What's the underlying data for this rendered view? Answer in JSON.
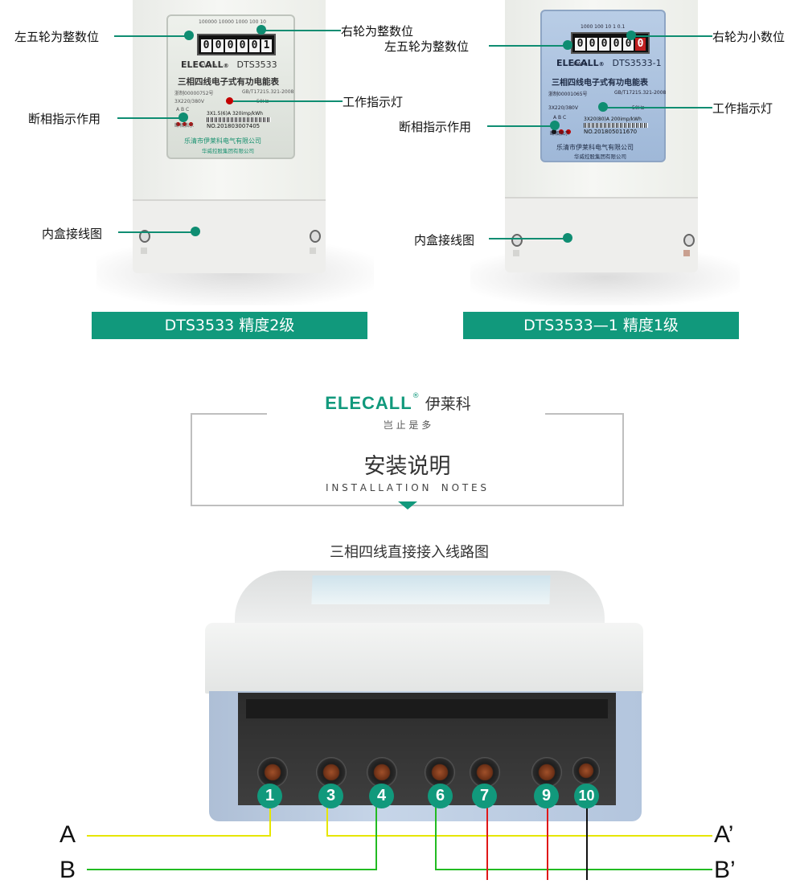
{
  "left_meter": {
    "label_left_wheel": "左五轮为整数位",
    "label_right_wheel": "右轮为整数位",
    "label_work_light": "工作指示灯",
    "label_phase_break": "断相指示作用",
    "label_inner_box": "内盒接线图",
    "scale": "100000 10000 1000 100 10",
    "digits": [
      "0",
      "0",
      "0",
      "0",
      "0",
      "1"
    ],
    "unit": "kW·h",
    "brand": "ELECALL",
    "model": "DTS3533",
    "title": "三相四线电子式有功电能表",
    "cert": "浙制00000752号",
    "std": "GB/T17215.321-2008",
    "voltage": "3X220/380V",
    "freq": "50Hz",
    "abc": "A B C",
    "phase_text": "断相指示",
    "rating": "3X1.5(6)A 320imp/kWh",
    "serial": "NO.201803007405",
    "maker": "乐清市伊莱科电气有限公司",
    "group": "华威控股集团有限公司"
  },
  "right_meter": {
    "label_left_wheel": "左五轮为整数位",
    "label_right_wheel": "右轮为小数位",
    "label_work_light": "工作指示灯",
    "label_phase_break": "断相指示作用",
    "label_inner_box": "内盒接线图",
    "scale": "1000 100 10 1 0.1",
    "digits": [
      "0",
      "0",
      "0",
      "0",
      "0",
      "0"
    ],
    "unit": "kW·h",
    "brand": "ELECALL",
    "model": "DTS3533-1",
    "title": "三相四线电子式有功电能表",
    "cert": "浙制00001065号",
    "std": "GB/T17215.321-2008",
    "voltage": "3X220/380V",
    "freq": "50Hz",
    "abc": "A B C",
    "phase_text": "断相指示",
    "rating": "3X20(80)A 200imp/kWh",
    "serial": "NO.201805011670",
    "maker": "乐清市伊莱科电气有限公司",
    "group": "华威控股集团有限公司"
  },
  "banners": {
    "left": "DTS3533 精度2级",
    "right": "DTS3533—1 精度1级"
  },
  "install": {
    "brand_en": "ELECALL",
    "brand_cn": "伊莱科",
    "slogan": "岂 止 是 多",
    "title": "安装说明",
    "subtitle": "I N S T A L L A T I O N    N O T E S"
  },
  "diagram": {
    "caption": "三相四线直接接入线路图",
    "terminals": [
      "1",
      "3",
      "4",
      "6",
      "7",
      "9",
      "10"
    ],
    "phase_left": [
      "A",
      "B"
    ],
    "phase_right": [
      "A’",
      "B’"
    ],
    "colors": {
      "A": "#e6e600",
      "B": "#22bb22",
      "C": "#e01818",
      "N": "#111111",
      "accent": "#11997c"
    }
  }
}
